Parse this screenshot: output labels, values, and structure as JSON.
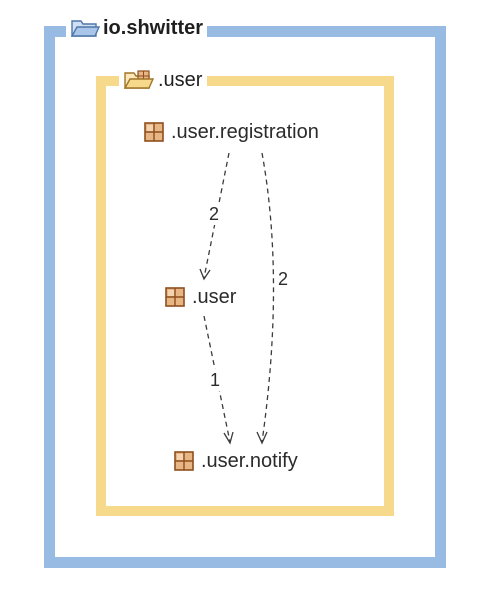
{
  "outer_package": {
    "label": "io.shwitter",
    "icon": "open-folder-icon",
    "frame_color": "#98bbe3"
  },
  "inner_package": {
    "label": ".user",
    "icon": "open-package-folder-icon",
    "frame_color": "#f6d98b"
  },
  "nodes": [
    {
      "id": "registration",
      "label": ".user.registration",
      "icon": "package-icon"
    },
    {
      "id": "user",
      "label": ".user",
      "icon": "package-icon"
    },
    {
      "id": "notify",
      "label": ".user.notify",
      "icon": "package-icon"
    }
  ],
  "edges": [
    {
      "from": "registration",
      "to": "user",
      "label": "2"
    },
    {
      "from": "registration",
      "to": "notify",
      "label": "2"
    },
    {
      "from": "user",
      "to": "notify",
      "label": "1"
    }
  ],
  "colors": {
    "edge": "#3b3b3b",
    "icon_fill": "#e8b585",
    "icon_stroke": "#8e4f1d"
  }
}
